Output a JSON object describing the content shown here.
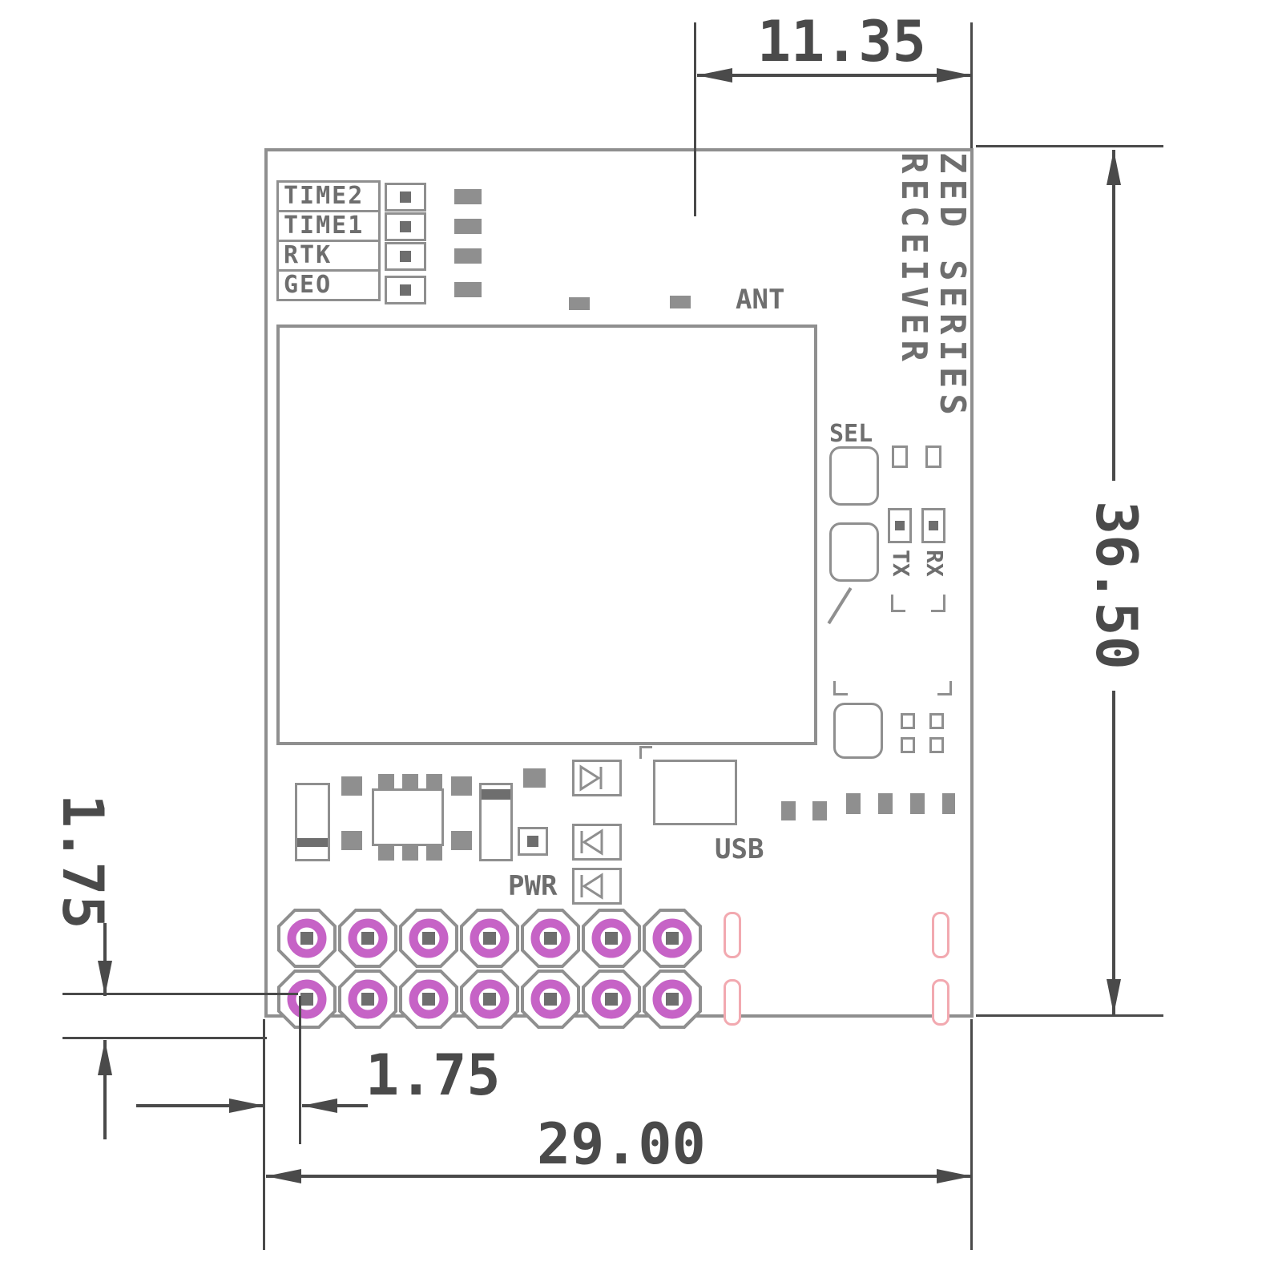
{
  "title": {
    "line1": "ZED SERIES",
    "line2": "RECEIVER"
  },
  "dimensions": {
    "top_width": "11.35",
    "right_height": "36.50",
    "row_offset": "1.75",
    "col_offset": "1.75",
    "board_width": "29.00"
  },
  "labels": {
    "ant": "ANT",
    "sel": "SEL",
    "tx": "TX",
    "rx": "RX",
    "usb": "USB",
    "pwr": "PWR"
  },
  "status_leds": [
    {
      "label": "TIME2"
    },
    {
      "label": "TIME1"
    },
    {
      "label": "RTK"
    },
    {
      "label": "GEO"
    }
  ],
  "header": {
    "rows": 2,
    "cols": 7
  },
  "colors": {
    "dimension": "#4a4a4a",
    "silk_line": "#8f8f8f",
    "dark_fill": "#6e6e6e",
    "header_ring": "#c663c6",
    "slot_pink": "#f2a9b0"
  }
}
